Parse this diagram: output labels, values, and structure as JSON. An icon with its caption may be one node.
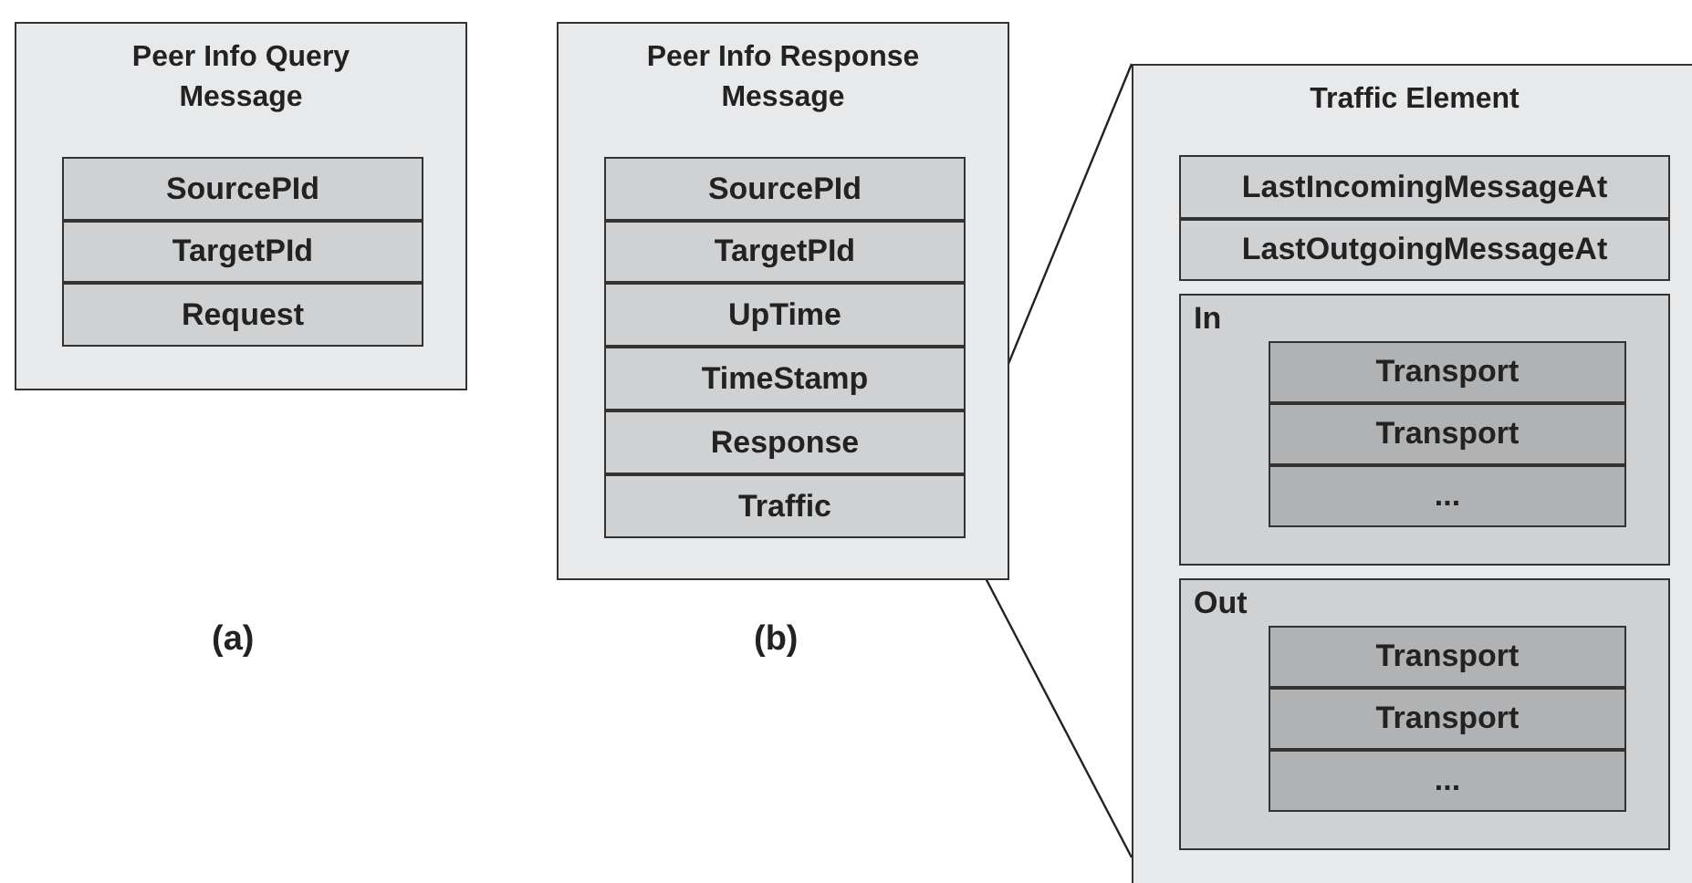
{
  "diagram": {
    "nodes": [
      {
        "text": [
          "Peer Info Query Message"
        ]
      },
      {
        "text": [
          "SourcePId"
        ],
        "in": 0
      },
      {
        "text": [
          "TargetPId"
        ],
        "in": 0
      },
      {
        "text": [
          "Request"
        ],
        "in": 0
      },
      {
        "text": [
          "Peer Info Response Message"
        ]
      },
      {
        "text": [
          "SourcePId"
        ],
        "in": 4
      },
      {
        "text": [
          "TargetPId"
        ],
        "in": 4
      },
      {
        "text": [
          "UpTime"
        ],
        "in": 4
      },
      {
        "text": [
          "TimeStamp"
        ],
        "in": 4
      },
      {
        "text": [
          "Response"
        ],
        "in": 4
      },
      {
        "text": [
          "Traffic"
        ],
        "in": 4
      },
      {
        "text": [
          "Traffic Element"
        ]
      },
      {
        "text": [
          "LastIncomingMessageAt"
        ],
        "in": 11
      },
      {
        "text": [
          "LastOutgoingMessageAt"
        ],
        "in": 11
      },
      {
        "text": [
          "In"
        ],
        "in": 11
      },
      {
        "text": [
          "Transport"
        ],
        "in": 14
      },
      {
        "text": [
          "Transport"
        ],
        "in": 14
      },
      {
        "text": [
          "..."
        ],
        "in": 14
      },
      {
        "text": [
          "Out"
        ],
        "in": 11
      },
      {
        "text": [
          "Transport"
        ],
        "in": 18
      },
      {
        "text": [
          "Transport"
        ],
        "in": 18
      },
      {
        "text": [
          "..."
        ],
        "in": 18
      }
    ],
    "edges": [
      {
        "from": 10,
        "to": 11,
        "arrow": "none"
      },
      {
        "from": 10,
        "to": 11,
        "arrow": "none"
      }
    ],
    "labels": [
      "(a)",
      "(b)"
    ]
  }
}
